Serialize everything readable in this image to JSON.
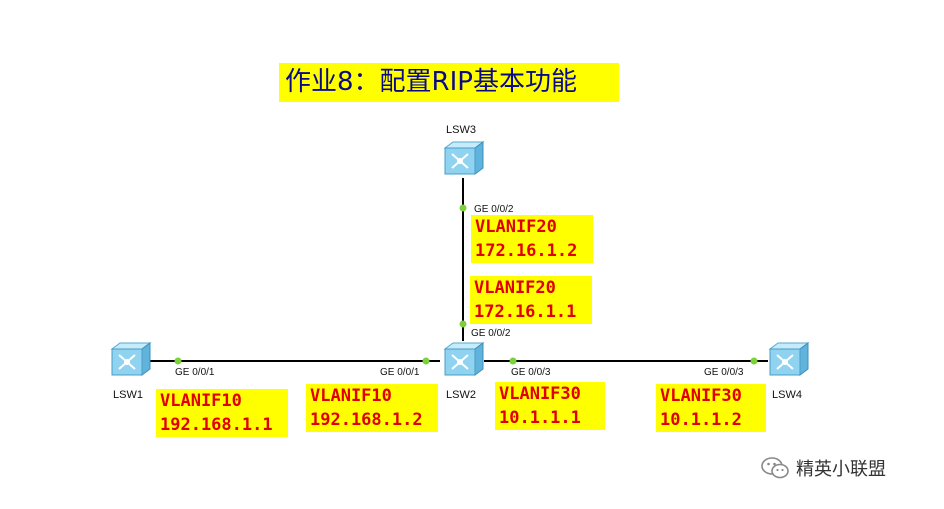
{
  "title": "作业8：配置RIP基本功能",
  "switches": [
    {
      "name": "LSW1"
    },
    {
      "name": "LSW2"
    },
    {
      "name": "LSW3"
    },
    {
      "name": "LSW4"
    }
  ],
  "ports": {
    "lsw1_ge001": "GE 0/0/1",
    "lsw2_ge001": "GE 0/0/1",
    "lsw2_ge002": "GE 0/0/2",
    "lsw2_ge003": "GE 0/0/3",
    "lsw3_ge002": "GE 0/0/2",
    "lsw4_ge003": "GE 0/0/3"
  },
  "interfaces": [
    {
      "vlanif": "VLANIF20",
      "ip": "172.16.1.2"
    },
    {
      "vlanif": "VLANIF20",
      "ip": "172.16.1.1"
    },
    {
      "vlanif": "VLANIF10",
      "ip": "192.168.1.1"
    },
    {
      "vlanif": "VLANIF10",
      "ip": "192.168.1.2"
    },
    {
      "vlanif": "VLANIF30",
      "ip": "10.1.1.1"
    },
    {
      "vlanif": "VLANIF30",
      "ip": "10.1.1.2"
    }
  ],
  "watermark": "精英小联盟",
  "colors": {
    "highlight": "#ffff00",
    "ip_text": "#e00000",
    "title_text": "#0a0a8a",
    "port_dot": "#7ad13a",
    "switch_body": "#8fd3f0"
  }
}
